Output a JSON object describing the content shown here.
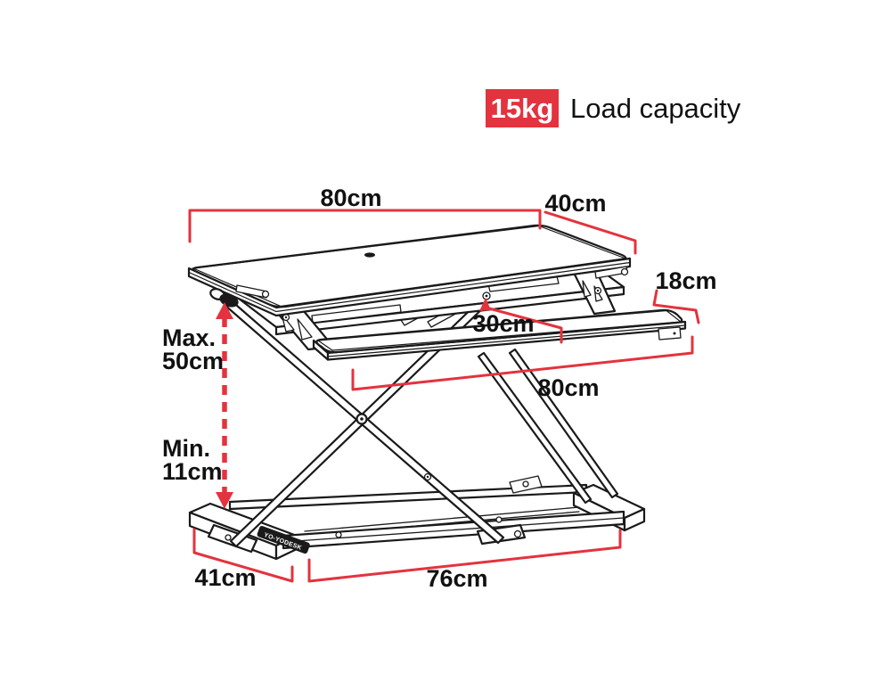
{
  "badge": {
    "value": "15kg",
    "label": "Load capacity"
  },
  "dims": {
    "top_width": "80cm",
    "top_depth": "40cm",
    "tray_depth": "18cm",
    "mid_depth": "30cm",
    "tray_width": "80cm",
    "max_l1": "Max.",
    "max_l2": "50cm",
    "min_l1": "Min.",
    "min_l2": "11cm",
    "base_depth": "41cm",
    "base_width": "76cm"
  },
  "logo": "YO-YODESK",
  "colors": {
    "dimension_red": "#e3333e",
    "line_ink": "#1a1a1a",
    "background": "#ffffff"
  }
}
